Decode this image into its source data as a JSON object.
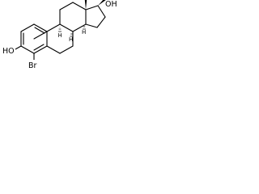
{
  "molecule": {
    "atoms": {
      "hydroxyl_a_ring": "HO",
      "bromine": "Br",
      "hydroxyl_d_ring": "OH",
      "h_c8": "H",
      "h_c9": "H",
      "h_c14": "H"
    }
  }
}
